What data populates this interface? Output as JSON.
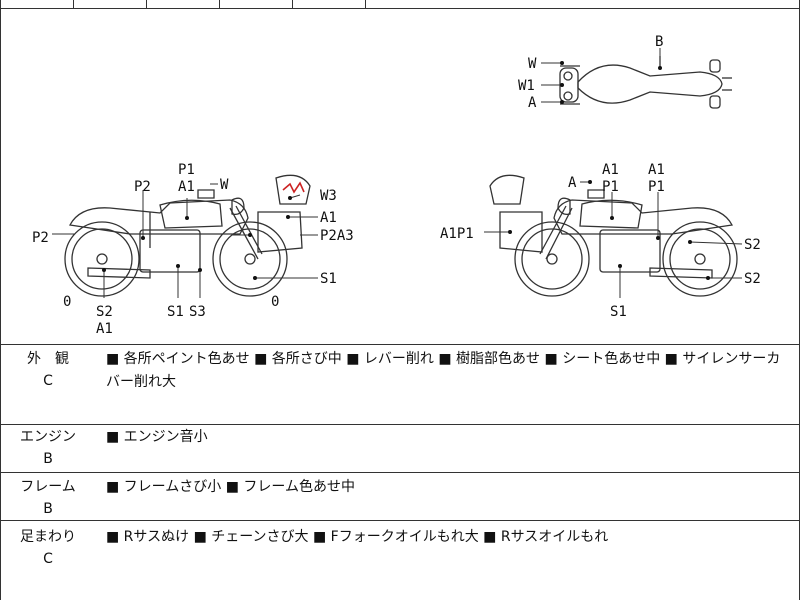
{
  "header": {
    "fragment": ""
  },
  "diagram": {
    "top_view_labels": [
      "W",
      "W1",
      "A",
      "B"
    ],
    "left_side_labels": [
      "P1",
      "A1",
      "W",
      "P2",
      "W3",
      "A1",
      "P2",
      "P2A3",
      "S1",
      "0",
      "S2",
      "A1",
      "S1",
      "S3",
      "0"
    ],
    "right_side_labels": [
      "A1",
      "P1",
      "A1",
      "P1",
      "A",
      "A1P1",
      "S2",
      "S2",
      "S1"
    ]
  },
  "rows": [
    {
      "category": "外　観",
      "grade": "C",
      "items": "■ 各所ペイント色あせ ■ 各所さび中 ■ レバー削れ ■ 樹脂部色あせ ■ シート色あせ中 ■ サイレンサーカバー削れ大"
    },
    {
      "category": "エンジン",
      "grade": "B",
      "items": "■ エンジン音小"
    },
    {
      "category": "フレーム",
      "grade": "B",
      "items": "■ フレームさび小 ■ フレーム色あせ中"
    },
    {
      "category": "足まわり",
      "grade": "C",
      "items": "■ Rサスぬけ ■ チェーンさび大 ■ Fフォークオイルもれ大 ■ Rサスオイルもれ"
    }
  ],
  "colors": {
    "line": "#333333",
    "damage_mark": "#cc2222"
  }
}
